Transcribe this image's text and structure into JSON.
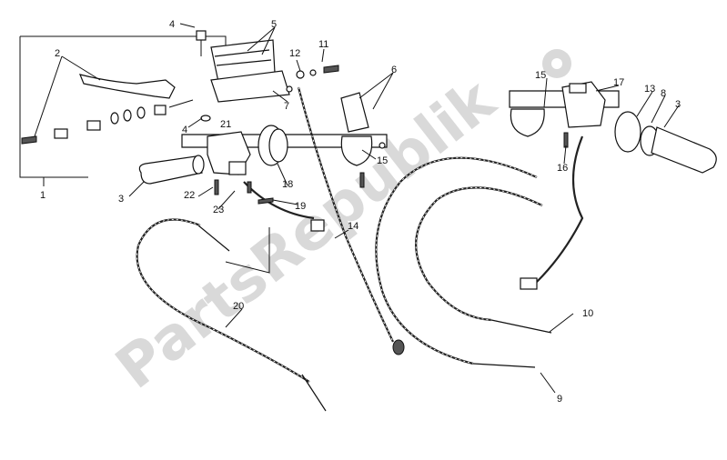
{
  "watermark": "PartsRepublik",
  "callouts": {
    "c1": "1",
    "c2": "2",
    "c3a": "3",
    "c3b": "3",
    "c4a": "4",
    "c4b": "4",
    "c5": "5",
    "c6": "6",
    "c7": "7",
    "c8": "8",
    "c9": "9",
    "c10": "10",
    "c11": "11",
    "c12": "12",
    "c13": "13",
    "c14": "14",
    "c15a": "15",
    "c15b": "15",
    "c16": "16",
    "c17": "17",
    "c18": "18",
    "c19": "19",
    "c20": "20",
    "c21": "21",
    "c22": "22",
    "c23": "23"
  },
  "colors": {
    "line": "#111111",
    "watermark": "#d9d9d9",
    "background": "#ffffff"
  }
}
